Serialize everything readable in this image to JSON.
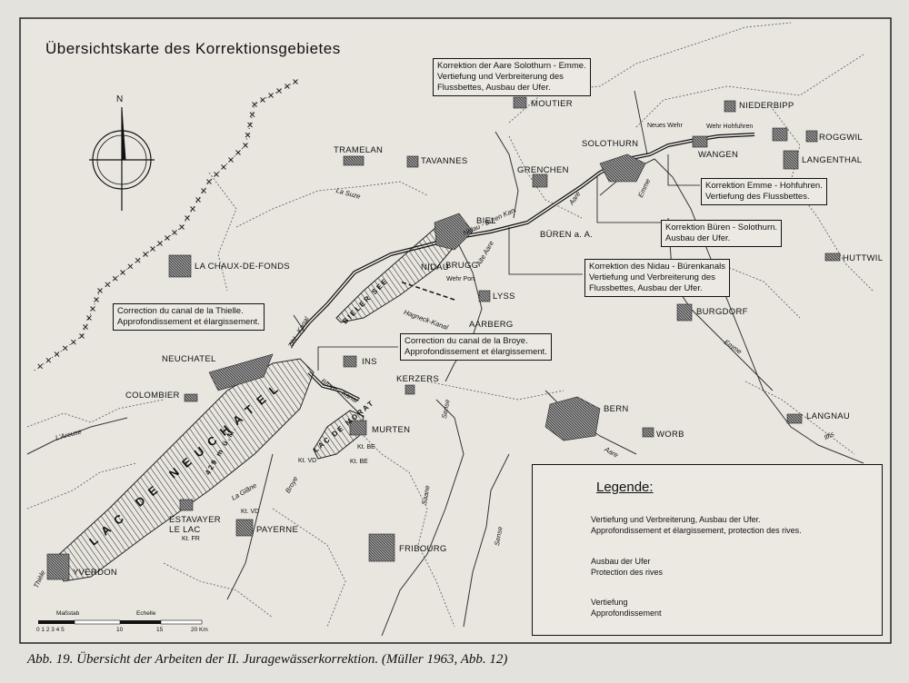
{
  "map": {
    "title": "Übersichtskarte des Korrektionsgebietes",
    "compass": "N",
    "places": [
      {
        "id": "moutier",
        "name": "MOUTIER"
      },
      {
        "id": "niederbipp",
        "name": "NIEDERBIPP"
      },
      {
        "id": "solothurn",
        "name": "SOLOTHURN"
      },
      {
        "id": "roggwil",
        "name": "ROGGWIL"
      },
      {
        "id": "wangen",
        "name": "WANGEN"
      },
      {
        "id": "langenthal",
        "name": "LANGENTHAL"
      },
      {
        "id": "tramelan",
        "name": "TRAMELAN"
      },
      {
        "id": "tavannes",
        "name": "TAVANNES"
      },
      {
        "id": "grenchen",
        "name": "GRENCHEN"
      },
      {
        "id": "biel",
        "name": "BIEL"
      },
      {
        "id": "nidau",
        "name": "NIDAU"
      },
      {
        "id": "brugg",
        "name": "BRUGG"
      },
      {
        "id": "bueren",
        "name": "BÜREN a. A."
      },
      {
        "id": "lachaux",
        "name": "LA CHAUX-DE-FONDS"
      },
      {
        "id": "lyss",
        "name": "LYSS"
      },
      {
        "id": "aarberg",
        "name": "AARBERG"
      },
      {
        "id": "huttwil",
        "name": "HUTTWIL"
      },
      {
        "id": "burgdorf",
        "name": "BURGDORF"
      },
      {
        "id": "neuchatel",
        "name": "NEUCHATEL"
      },
      {
        "id": "ins",
        "name": "INS"
      },
      {
        "id": "kerzers",
        "name": "KERZERS"
      },
      {
        "id": "colombier",
        "name": "COLOMBIER"
      },
      {
        "id": "bern",
        "name": "BERN"
      },
      {
        "id": "worb",
        "name": "WORB"
      },
      {
        "id": "langnau",
        "name": "LANGNAU"
      },
      {
        "id": "murten",
        "name": "MURTEN"
      },
      {
        "id": "estavayer",
        "name": "ESTAVAYER\nLE LAC"
      },
      {
        "id": "payerne",
        "name": "PAYERNE"
      },
      {
        "id": "fribourg",
        "name": "FRIBOURG"
      },
      {
        "id": "yverdon",
        "name": "YVERDON"
      }
    ],
    "small_labels": [
      {
        "id": "neues_wehr",
        "text": "Neues Wehr"
      },
      {
        "id": "wehr_hohfuhren",
        "text": "Wehr Hohfuhren"
      },
      {
        "id": "wehr_port",
        "text": "Wehr Port"
      },
      {
        "id": "kt_vd1",
        "text": "Kt. VD"
      },
      {
        "id": "kt_vd2",
        "text": "Kt. VD"
      },
      {
        "id": "kt_be1",
        "text": "Kt. BE"
      },
      {
        "id": "kt_be2",
        "text": "Kt. BE"
      },
      {
        "id": "kt_fr",
        "text": "Kt. FR"
      }
    ],
    "rivers": [
      {
        "id": "la_suze",
        "text": "La Suze"
      },
      {
        "id": "aare1",
        "text": "Aare"
      },
      {
        "id": "emme1",
        "text": "Emme"
      },
      {
        "id": "emme2",
        "text": "Emme"
      },
      {
        "id": "alte_aare",
        "text": "Alte Aare"
      },
      {
        "id": "nidau_bueren_kanal",
        "text": "Nidau - Büren Kan."
      },
      {
        "id": "hagneck_kanal",
        "text": "Hagneck-Kanal"
      },
      {
        "id": "zihl_kanal",
        "text": "Zihl - Kanal"
      },
      {
        "id": "broye_kanal",
        "text": "Broye - Kanal"
      },
      {
        "id": "areuse",
        "text": "L'Areuse"
      },
      {
        "id": "sense",
        "text": "Sense"
      },
      {
        "id": "saane",
        "text": "Saane"
      },
      {
        "id": "sense2",
        "text": "Sense"
      },
      {
        "id": "aare2",
        "text": "Aare"
      },
      {
        "id": "ilfis",
        "text": "Ilfis"
      },
      {
        "id": "thiele",
        "text": "Thièle"
      },
      {
        "id": "broye",
        "text": "Broye"
      },
      {
        "id": "la_glane",
        "text": "La Glâne"
      }
    ],
    "lakes": [
      {
        "id": "lac_neuchatel",
        "text": "LAC DE NEUCHATEL"
      },
      {
        "id": "lac_neuchatel_alt",
        "text": "429 m ü.M."
      },
      {
        "id": "bielersee",
        "text": "BIELER SEE"
      },
      {
        "id": "murtensee",
        "text": "LAC DE MORAT"
      }
    ],
    "boxes": [
      {
        "id": "box_aare",
        "lines": [
          "Korrektion der Aare Solothurn - Emme.",
          "Vertiefung und Verbreiterung des",
          "Flussbettes, Ausbau der Ufer."
        ]
      },
      {
        "id": "box_emme",
        "lines": [
          "Korrektion Emme - Hohfuhren.",
          "Vertiefung des Flussbettes."
        ]
      },
      {
        "id": "box_bueren",
        "lines": [
          "Korrektion Büren - Solothurn.",
          "Ausbau der Ufer."
        ]
      },
      {
        "id": "box_nidau",
        "lines": [
          "Korrektion des Nidau - Bürenkanals",
          "Vertiefung und Verbreiterung des",
          "Flussbettes, Ausbau der Ufer."
        ]
      },
      {
        "id": "box_thielle",
        "lines": [
          "Correction du canal de la Thielle.",
          "Approfondissement et élargissement."
        ]
      },
      {
        "id": "box_broye",
        "lines": [
          "Correction du canal de la Broye.",
          "Approfondissement et élargissement."
        ]
      }
    ],
    "legend": {
      "title": "Legende:",
      "items": [
        {
          "id": "deepen_widen",
          "lines": [
            "Vertiefung und Verbreiterung, Ausbau der Ufer.",
            "Approfondissement et élargissement, protection des rives."
          ]
        },
        {
          "id": "banks",
          "lines": [
            "Ausbau der Ufer",
            "Protection des rives"
          ]
        },
        {
          "id": "deepen",
          "lines": [
            "Vertiefung",
            "Approfondissement"
          ]
        }
      ]
    },
    "scale": {
      "label_de": "Maßstab",
      "label_fr": "Echelle",
      "ticks": [
        "0 1 2 3 4 5",
        "10",
        "15",
        "20 Km"
      ]
    }
  },
  "caption": "Abb. 19. Übersicht der Arbeiten der II. Juragewässerkorrektion. (Müller 1963, Abb. 12)"
}
